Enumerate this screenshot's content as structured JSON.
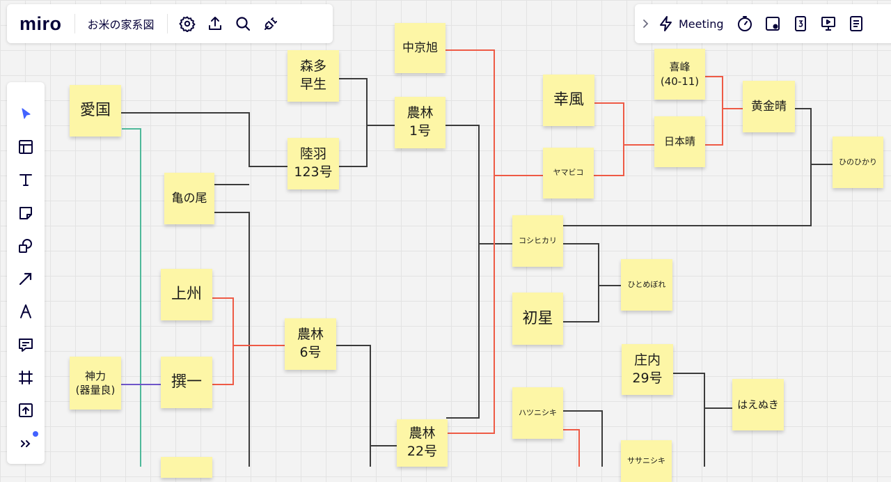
{
  "app": {
    "logo": "miro",
    "board_title": "お米の家系図",
    "meeting_label": "Meeting",
    "accent": "#4262ff",
    "top_left_tools": [
      "gear-icon",
      "upload-icon",
      "search-icon",
      "plug-icon"
    ],
    "top_right_tools": [
      "chevron-right-icon",
      "lightning-icon",
      "timer-icon",
      "card-icon",
      "counter-icon",
      "presentation-icon",
      "notes-icon"
    ],
    "left_tools": [
      "select-icon",
      "templates-icon",
      "text-icon",
      "sticky-note-icon",
      "shapes-icon",
      "arrow-icon",
      "pen-icon",
      "comment-icon",
      "frame-icon",
      "upload-tool-icon",
      "more-icon"
    ]
  },
  "line_colors": {
    "dark": "#3b3b3b",
    "red": "#ee5a45",
    "green": "#4fb99a",
    "purple": "#6e55c9"
  },
  "notes": [
    {
      "id": "aikoku",
      "label": "愛国"
    },
    {
      "id": "kamenoo",
      "label": "亀の尾"
    },
    {
      "id": "joshu",
      "label": "上州"
    },
    {
      "id": "senichi",
      "label": "撰一"
    },
    {
      "id": "shinriki",
      "label": "神力\n(器量良)"
    },
    {
      "id": "moritawase",
      "label": "森多\n早生"
    },
    {
      "id": "rikuu123",
      "label": "陸羽\n123号"
    },
    {
      "id": "norin6",
      "label": "農林\n6号"
    },
    {
      "id": "chukyo",
      "label": "中京旭"
    },
    {
      "id": "norin1",
      "label": "農林\n1号"
    },
    {
      "id": "norin22",
      "label": "農林\n22号"
    },
    {
      "id": "kofu",
      "label": "幸風"
    },
    {
      "id": "yamabiko",
      "label": "ヤマビコ"
    },
    {
      "id": "koshihikari",
      "label": "コシヒカリ"
    },
    {
      "id": "hatsuboshi",
      "label": "初星"
    },
    {
      "id": "hatsunishiki",
      "label": "ハツニシキ"
    },
    {
      "id": "sasanishiki",
      "label": "ササニシキ"
    },
    {
      "id": "kiho",
      "label": "喜峰\n(40-11)"
    },
    {
      "id": "nihonbare",
      "label": "日本晴"
    },
    {
      "id": "koganebare",
      "label": "黄金晴"
    },
    {
      "id": "hinohikari",
      "label": "ひのひかり"
    },
    {
      "id": "hitomebore",
      "label": "ひとめぼれ"
    },
    {
      "id": "shonai29",
      "label": "庄内\n29号"
    },
    {
      "id": "haenuki",
      "label": "はえぬき"
    },
    {
      "id": "bottom_note",
      "label": ""
    }
  ]
}
